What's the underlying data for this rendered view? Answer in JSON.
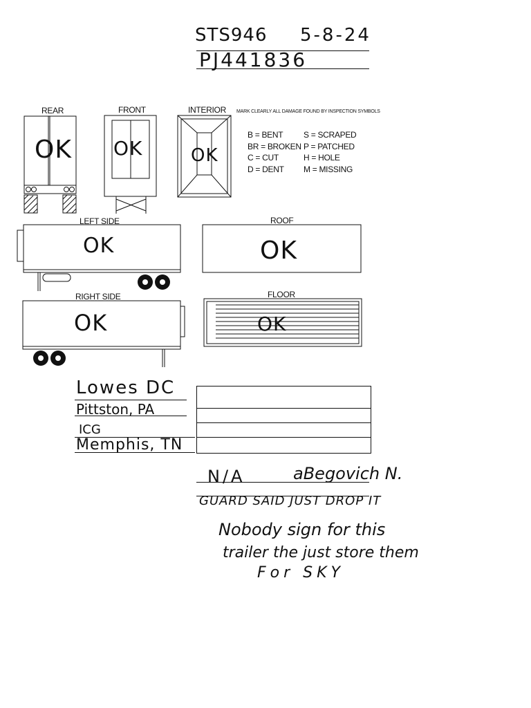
{
  "header": {
    "trailer_no": "STS946",
    "date": "5-8-24",
    "plate_no": "PJ441836"
  },
  "views": {
    "rear": "REAR",
    "front": "FRONT",
    "interior": "INTERIOR",
    "left_side": "LEFT SIDE",
    "roof": "ROOF",
    "right_side": "RIGHT SIDE",
    "floor": "FLOOR"
  },
  "marks": {
    "rear": "OK",
    "front": "OK",
    "interior": "OK",
    "left_side": "OK",
    "roof": "OK",
    "right_side": "OK",
    "floor": "OK"
  },
  "legend": {
    "instruction": "MARK CLEARLY ALL DAMAGE FOUND BY INSPECTION SYMBOLS",
    "symbols_left": [
      "B = BENT",
      "BR = BROKEN",
      "C = CUT",
      "D = DENT"
    ],
    "symbols_right": [
      "S = SCRAPED",
      "P = PATCHED",
      "H = HOLE",
      "M = MISSING"
    ]
  },
  "locations": {
    "line1": "Lowes DC",
    "line2": "Pittston, PA",
    "line3": "ICG",
    "line4": "Memphis, TN"
  },
  "notes": {
    "na": "N/A",
    "signature": "aBegovich N.",
    "line2": "GUARD SAID JUST DROP IT",
    "line3": "Nobody sign for this",
    "line4": "trailer the just store them",
    "line5": "For SKY"
  }
}
